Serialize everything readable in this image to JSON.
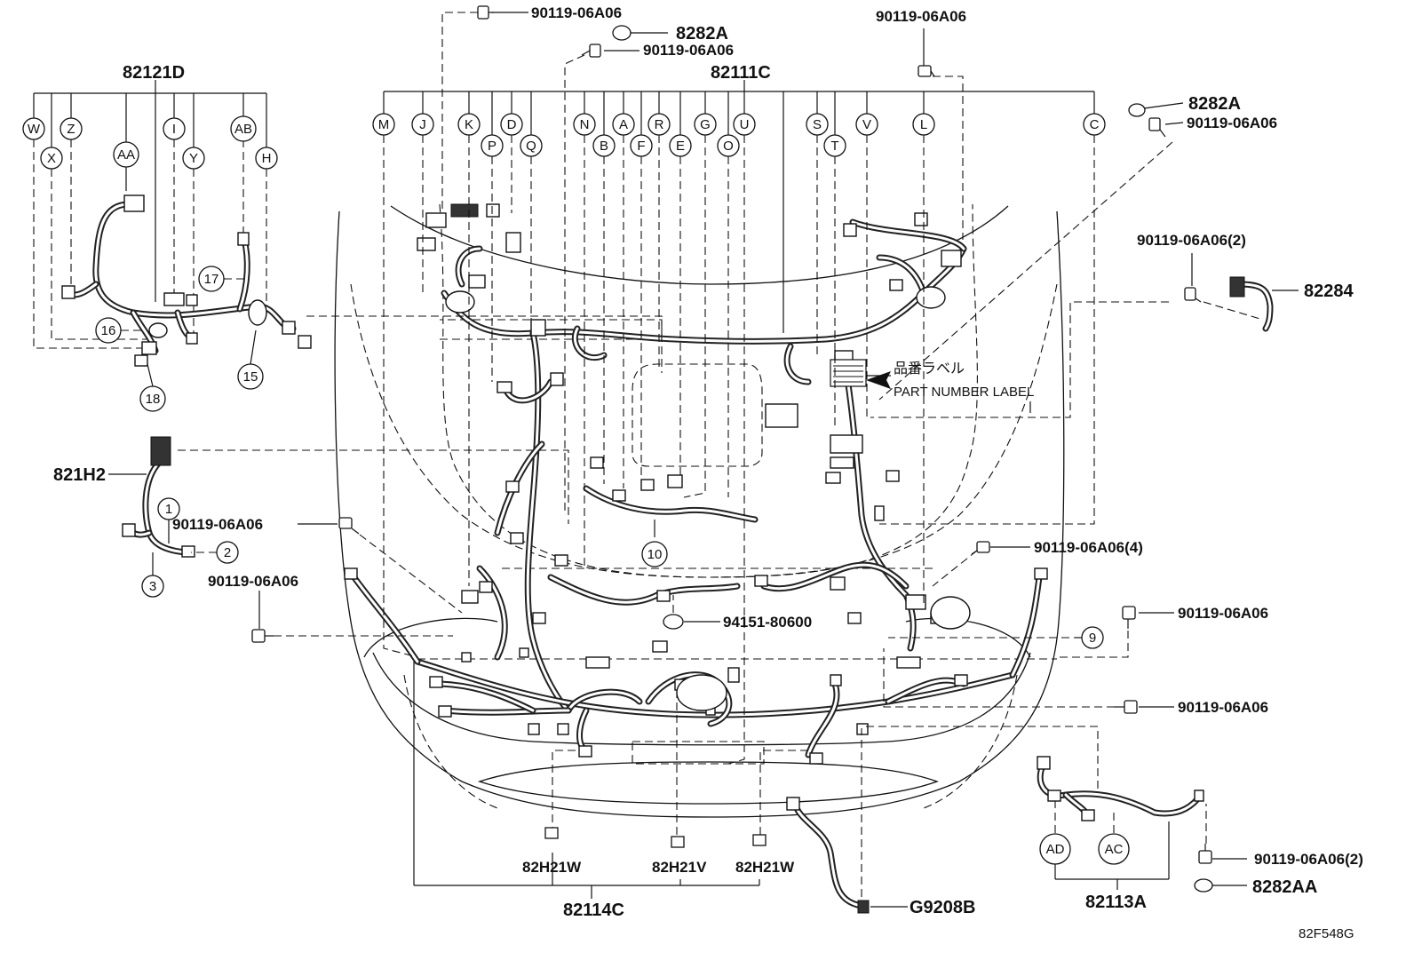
{
  "diagram": {
    "part_numbers": {
      "harness_main": "82111C",
      "harness_left": "82121D",
      "harness_front": "82114C",
      "harness_right": "82113A",
      "harness_side": "821H2",
      "harness_bracket": "82284",
      "clamp_a": "8282A",
      "clamp_a2": "8282A",
      "clamp_aa": "8282AA",
      "clip_w1": "82H21W",
      "clip_v": "82H21V",
      "clip_w2": "82H21W",
      "ground": "G9208B",
      "grommet": "94151-80600"
    },
    "bolts": {
      "b1": "90119-06A06",
      "b2": "90119-06A06",
      "b3": "90119-06A06",
      "b4": "90119-06A06",
      "b5": "90119-06A06(2)",
      "b6": "90119-06A06",
      "b7": "90119-06A06(4)",
      "b8": "90119-06A06",
      "b9": "90119-06A06",
      "b10": "90119-06A06",
      "b11": "90119-06A06(2)"
    },
    "top_letters": [
      "M",
      "J",
      "K",
      "P",
      "D",
      "Q",
      "N",
      "B",
      "A",
      "F",
      "R",
      "E",
      "G",
      "O",
      "U",
      "S",
      "T",
      "V",
      "L",
      "C"
    ],
    "left_letters": [
      "W",
      "X",
      "Z",
      "AA",
      "I",
      "Y",
      "AB",
      "H"
    ],
    "right_letters": [
      "AD",
      "AC"
    ],
    "callout_numbers": [
      "1",
      "2",
      "3",
      "9",
      "10",
      "15",
      "16",
      "17",
      "18"
    ],
    "label_jp": "品番ラベル",
    "label_en": "PART NUMBER LABEL",
    "figure_code": "82F548G"
  }
}
